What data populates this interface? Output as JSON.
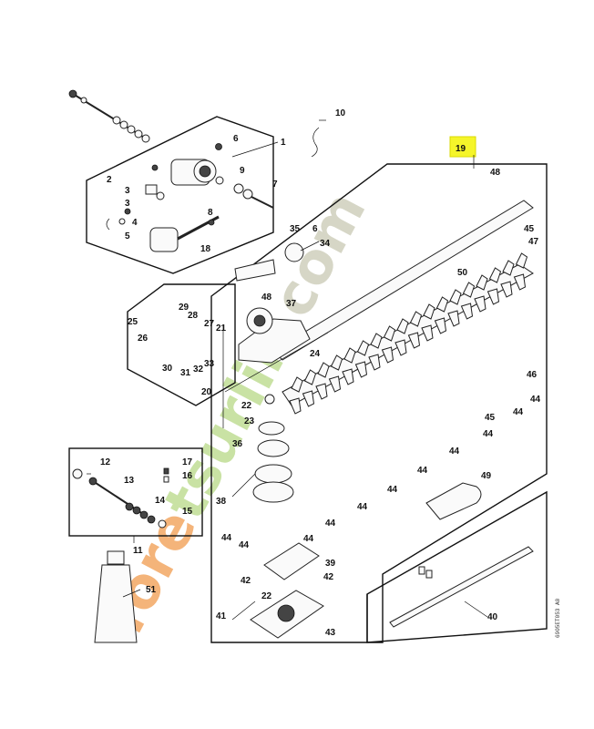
{
  "watermark": {
    "text_orange": "fore",
    "text_green": "tsurlin",
    "text_gray": ".com",
    "color_orange": "#f4b47a",
    "color_green": "#c9e2a4",
    "color_gray": "#d6d6c6"
  },
  "highlight_color": "#f5f52a",
  "drawing_code": "6905ET053 A0",
  "callouts": {
    "n1": "1",
    "n2": "2",
    "n3": "3",
    "n4": "4",
    "n5": "5",
    "n6": "6",
    "n7": "7",
    "n8": "8",
    "n9": "9",
    "n10": "10",
    "n11": "11",
    "n12": "12",
    "n13": "13",
    "n14": "14",
    "n15": "15",
    "n16": "16",
    "n17": "17",
    "n18": "18",
    "n19": "19",
    "n20": "20",
    "n21": "21",
    "n22": "22",
    "n23": "23",
    "n24": "24",
    "n25": "25",
    "n26": "26",
    "n27": "27",
    "n28": "28",
    "n29": "29",
    "n30": "30",
    "n31": "31",
    "n32": "32",
    "n33": "33",
    "n34": "34",
    "n35": "35",
    "n36": "36",
    "n37": "37",
    "n38": "38",
    "n39": "39",
    "n40": "40",
    "n41": "41",
    "n42": "42",
    "n43": "43",
    "n44": "44",
    "n45": "45",
    "n46": "46",
    "n47": "47",
    "n48": "48",
    "n49": "49",
    "n50": "50",
    "n51": "51"
  }
}
